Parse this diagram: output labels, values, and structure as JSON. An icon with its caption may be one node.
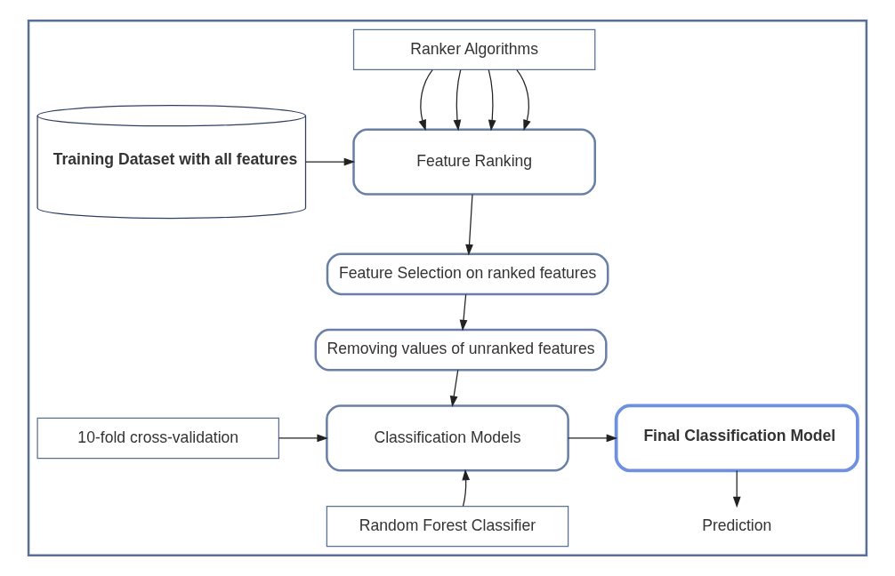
{
  "diagram": {
    "nodes": [
      {
        "text": [],
        "shape": "box"
      },
      {
        "text": [
          "Ranker Algorithms"
        ],
        "in": 0
      },
      {
        "text": [
          "Training Dataset with all features"
        ],
        "in": 0
      },
      {
        "text": [
          "Feature Ranking"
        ],
        "in": 0
      },
      {
        "text": [
          "Feature Selection on ranked features"
        ],
        "in": 0
      },
      {
        "text": [
          "Removing values of unranked features"
        ],
        "in": 0
      },
      {
        "text": [
          "10-fold cross-validation"
        ],
        "in": 0
      },
      {
        "text": [
          "Classification Models"
        ],
        "in": 0
      },
      {
        "text": [
          "Final Classification Model"
        ],
        "in": 0
      },
      {
        "text": [
          "Random Forest Classifier"
        ],
        "in": 0
      },
      {
        "text": [
          "Prediction"
        ],
        "in": 0
      }
    ],
    "edges": [
      {
        "from": 1,
        "to": 3,
        "arrow": "to"
      },
      {
        "from": 1,
        "to": 3,
        "arrow": "to"
      },
      {
        "from": 1,
        "to": 3,
        "arrow": "to"
      },
      {
        "from": 1,
        "to": 3,
        "arrow": "to"
      },
      {
        "from": 2,
        "to": 3,
        "arrow": "to"
      },
      {
        "from": 3,
        "to": 4,
        "arrow": "to"
      },
      {
        "from": 4,
        "to": 5,
        "arrow": "to"
      },
      {
        "from": 5,
        "to": 7,
        "arrow": "to"
      },
      {
        "from": 6,
        "to": 7,
        "arrow": "to"
      },
      {
        "from": 7,
        "to": 8,
        "arrow": "to"
      },
      {
        "from": 9,
        "to": 7,
        "arrow": "to"
      },
      {
        "from": 8,
        "to": 10,
        "arrow": "to"
      }
    ]
  }
}
